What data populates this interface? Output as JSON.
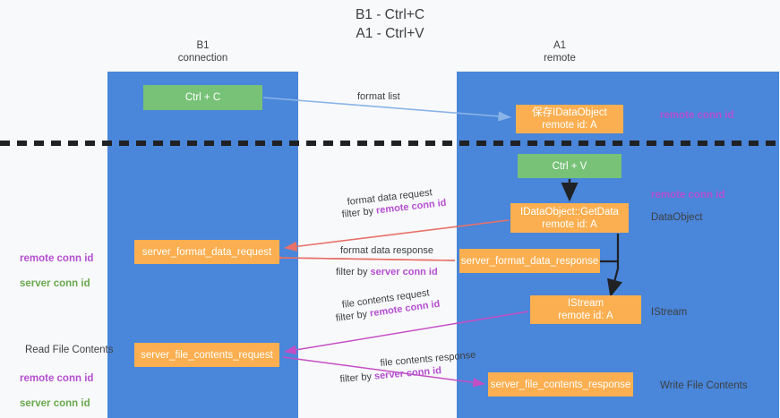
{
  "title": "B1 - Ctrl+C\nA1 - Ctrl+V",
  "lanes": {
    "left": {
      "title": "B1\nconnection"
    },
    "right": {
      "title": "A1\nremote"
    }
  },
  "nodes": {
    "ctrl_c": "Ctrl + C",
    "save_idataobject": "保存IDataObject\nremote id: A",
    "ctrl_v": "Ctrl + V",
    "getdata": "IDataObject::GetData\nremote id: A",
    "server_format_data_request": "server_format_data_request",
    "server_format_data_response": "server_format_data_response",
    "istream": "IStream\nremote id: A",
    "server_file_contents_request": "server_file_contents_request",
    "server_file_contents_response": "server_file_contents_response"
  },
  "arrow_labels": {
    "format_list": "format list",
    "format_data_request": "format data request",
    "format_data_request_filter_prefix": "filter by ",
    "format_data_request_filter_id": "remote conn id",
    "format_data_response": "format data response",
    "format_data_response_filter_prefix": "filter by ",
    "format_data_response_filter_id": "server conn id",
    "file_contents_request": "file contents request",
    "file_contents_request_filter_prefix": "filter by ",
    "file_contents_request_filter_id": "remote conn id",
    "file_contents_response": "file contents response",
    "file_contents_response_filter_prefix": "filter by ",
    "file_contents_response_filter_id": "server conn id"
  },
  "side_notes": {
    "remote_conn_id_top": "remote conn id",
    "remote_conn_id_mid": "remote conn id",
    "dataobject": "DataObject",
    "istream": "IStream",
    "write_file_contents": "Write File Contents",
    "read_file_contents": "Read File Contents",
    "left_remote_conn_id": "remote conn id",
    "left_server_conn_id": "server conn id",
    "left_remote_conn_id_2": "remote conn id",
    "left_server_conn_id_2": "server conn id"
  },
  "colors": {
    "lane": "#4a86d9",
    "green_box": "#77c277",
    "orange_box": "#fbaf50",
    "purple_text": "#b44fd0",
    "green_text": "#6aa84f",
    "blue_arrow": "#8ab4e8",
    "red_arrow": "#e8716a",
    "magenta_arrow": "#c44fc4",
    "black_arrow": "#202124",
    "background": "#f8f9fa"
  }
}
